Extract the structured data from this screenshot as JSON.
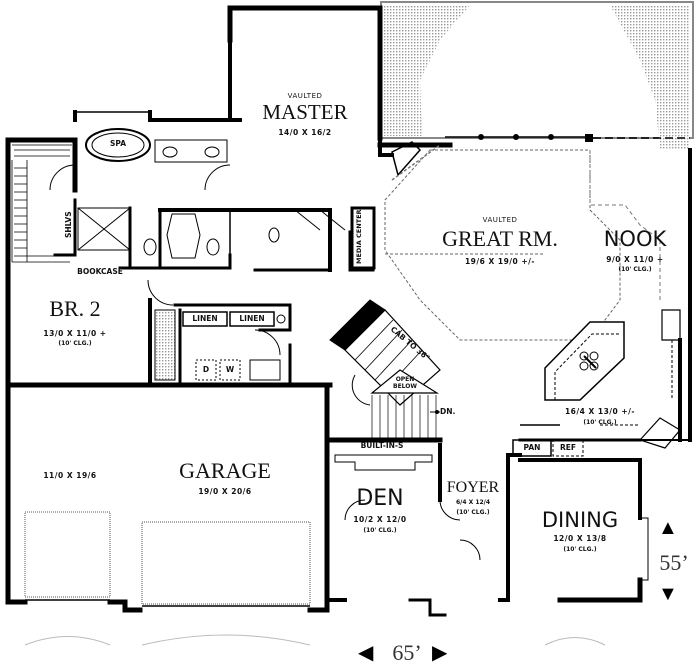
{
  "plan": {
    "rooms": {
      "master": {
        "prefix": "VAULTED",
        "name": "MASTER",
        "size": "14/0 X 16/2"
      },
      "great_room": {
        "prefix": "VAULTED",
        "name": "GREAT RM.",
        "size": "19/6 X 19/0 +/-"
      },
      "nook": {
        "name": "NOOK",
        "size": "9/0 X 11/0 +",
        "ceiling": "(10' CLG.)"
      },
      "kitchen": {
        "size": "16/4 X 13/0 +/-",
        "ceiling": "(10' CLG.)"
      },
      "bedroom2": {
        "name": "BR. 2",
        "size": "13/0 X 11/0 +",
        "ceiling": "(10' CLG.)"
      },
      "garage": {
        "name": "GARAGE",
        "size": "19/0 X 20/6"
      },
      "garage_bay": {
        "size": "11/0 X 19/6"
      },
      "den": {
        "name": "DEN",
        "size": "10/2 X 12/0",
        "ceiling": "(10' CLG.)"
      },
      "foyer": {
        "name": "FOYER",
        "size": "6/4 X 12/4",
        "ceiling": "(10' CLG.)"
      },
      "dining": {
        "name": "DINING",
        "size": "12/0 X 13/8",
        "ceiling": "(10' CLG.)"
      }
    },
    "fixtures": {
      "spa": "SPA",
      "shelves": "SHLVS",
      "bookcase": "BOOKCASE",
      "linen1": "LINEN",
      "linen2": "LINEN",
      "dryer": "D",
      "washer": "W",
      "media_center": "MEDIA CENTER",
      "cab": "CAB TO 36\"",
      "open_below": "OPEN BELOW",
      "down": "DN.",
      "built_ins": "BUILT-IN-S",
      "pantry": "PAN",
      "refrigerator": "REF"
    },
    "dimensions": {
      "width": "65’",
      "depth": "55’"
    },
    "colors": {
      "wall": "#000000",
      "stipple": "#9a9a9a",
      "background": "#ffffff"
    }
  }
}
